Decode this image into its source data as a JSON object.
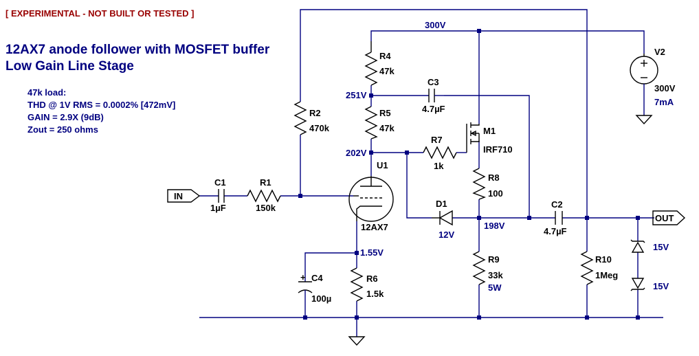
{
  "header": {
    "warning": "[ EXPERIMENTAL - NOT BUILT OR TESTED ]",
    "title_line1": "12AX7 anode follower with MOSFET buffer",
    "title_line2": "Low Gain Line Stage"
  },
  "notes": {
    "load": "47k load:",
    "thd": "THD @ 1V RMS = 0.0002%  [472mV]",
    "gain": "GAIN = 2.9X (9dB)",
    "zout": "Zout = 250 ohms"
  },
  "ports": {
    "in": "IN",
    "out": "OUT"
  },
  "components": {
    "c1": {
      "ref": "C1",
      "value": "1µF"
    },
    "r1": {
      "ref": "R1",
      "value": "150k"
    },
    "r2": {
      "ref": "R2",
      "value": "470k"
    },
    "r4": {
      "ref": "R4",
      "value": "47k"
    },
    "r5": {
      "ref": "R5",
      "value": "47k"
    },
    "c3": {
      "ref": "C3",
      "value": "4.7µF"
    },
    "r7": {
      "ref": "R7",
      "value": "1k"
    },
    "m1": {
      "ref": "M1",
      "value": "IRF710"
    },
    "u1": {
      "ref": "U1",
      "value": "12AX7"
    },
    "r8": {
      "ref": "R8",
      "value": "100"
    },
    "d1": {
      "ref": "D1",
      "value": "12V"
    },
    "c2": {
      "ref": "C2",
      "value": "4.7µF"
    },
    "r9": {
      "ref": "R9",
      "value": "33k",
      "rating": "5W"
    },
    "r6": {
      "ref": "R6",
      "value": "1.5k"
    },
    "c4": {
      "ref": "C4",
      "value": "100µ"
    },
    "r10": {
      "ref": "R10",
      "value": "1Meg"
    },
    "v2": {
      "ref": "V2",
      "value": "300V",
      "current": "7mA"
    },
    "z1": {
      "value": "15V"
    },
    "z2": {
      "value": "15V"
    }
  },
  "nodes": {
    "supply": "300V",
    "n251": "251V",
    "n202": "202V",
    "n198": "198V",
    "n155": "1.55V"
  },
  "colors": {
    "wire": "#000080",
    "component": "#000000",
    "warning": "#990000",
    "background": "#ffffff"
  }
}
